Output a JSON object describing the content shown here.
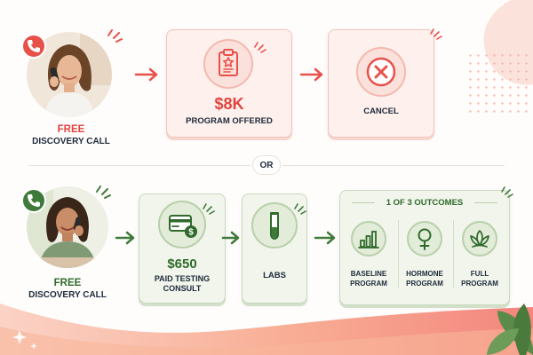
{
  "top_row": {
    "call_label_1": "FREE",
    "call_label_2": "DISCOVERY CALL",
    "program_price": "$8K",
    "program_label": "PROGRAM OFFERED",
    "cancel_label": "CANCEL"
  },
  "divider": {
    "text": "OR"
  },
  "bottom_row": {
    "call_label_1": "FREE",
    "call_label_2": "DISCOVERY CALL",
    "testing_price": "$650",
    "testing_label_1": "PAID TESTING",
    "testing_label_2": "CONSULT",
    "labs_label": "LABS",
    "outcomes_title": "1 OF 3 OUTCOMES",
    "outcomes": [
      {
        "label_1": "BASELINE",
        "label_2": "PROGRAM",
        "icon": "bar-chart-icon"
      },
      {
        "label_1": "HORMONE",
        "label_2": "PROGRAM",
        "icon": "female-symbol-icon"
      },
      {
        "label_1": "FULL",
        "label_2": "PROGRAM",
        "icon": "lotus-icon"
      }
    ]
  },
  "colors": {
    "red_accent": "#e8504a",
    "red_text": "#e3443e",
    "green_accent": "#3f7a3a",
    "green_text": "#2f6a2b",
    "dark_text": "#1e2a3a"
  }
}
